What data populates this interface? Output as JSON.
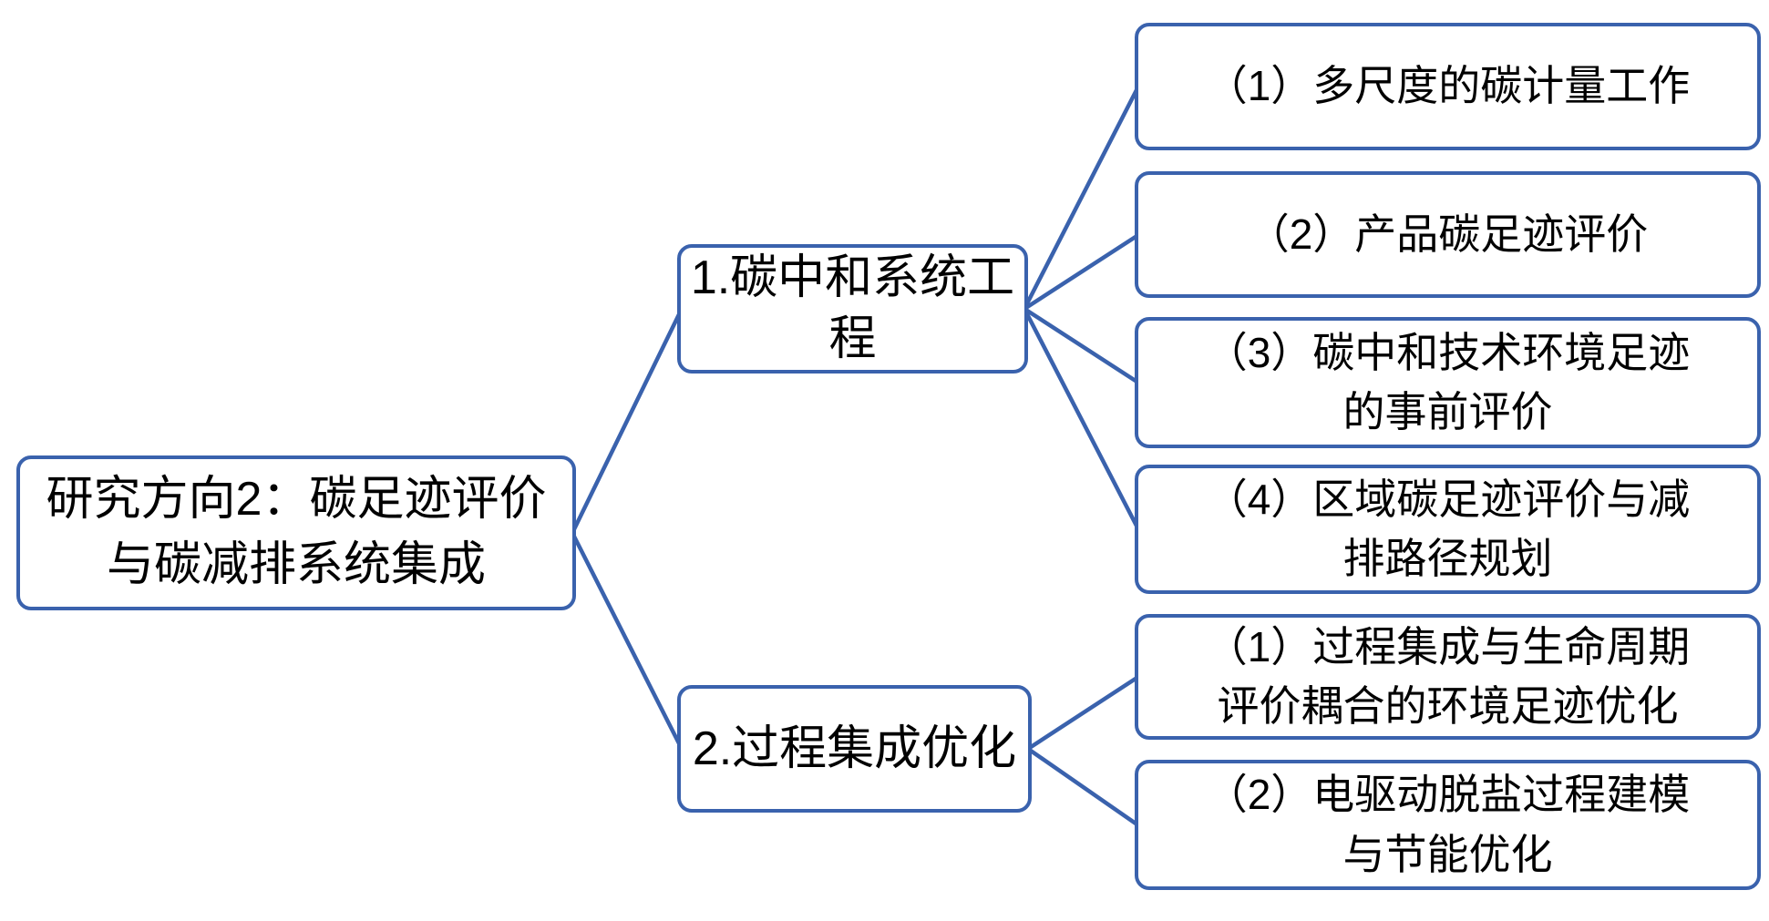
{
  "diagram": {
    "root": {
      "label_lines": [
        "研究方向2：碳足迹评价",
        "与碳减排系统集成"
      ]
    },
    "branches": [
      {
        "label_lines": [
          "1.碳中和系统工",
          "程"
        ],
        "children": [
          {
            "label_lines": [
              "（1）多尺度的碳计量工作"
            ]
          },
          {
            "label_lines": [
              "（2）产品碳足迹评价"
            ]
          },
          {
            "label_lines": [
              "（3）碳中和技术环境足迹",
              "的事前评价"
            ]
          },
          {
            "label_lines": [
              "（4）区域碳足迹评价与减",
              "排路径规划"
            ]
          }
        ]
      },
      {
        "label_lines": [
          "2.过程集成优化"
        ],
        "children": [
          {
            "label_lines": [
              "（1）过程集成与生命周期",
              "评价耦合的环境足迹优化"
            ]
          },
          {
            "label_lines": [
              "（2）电驱动脱盐过程建模",
              "与节能优化"
            ]
          }
        ]
      }
    ]
  },
  "colors": {
    "accent_blue": "#3A62AD",
    "text": "#000000",
    "background": "#FFFFFF"
  }
}
